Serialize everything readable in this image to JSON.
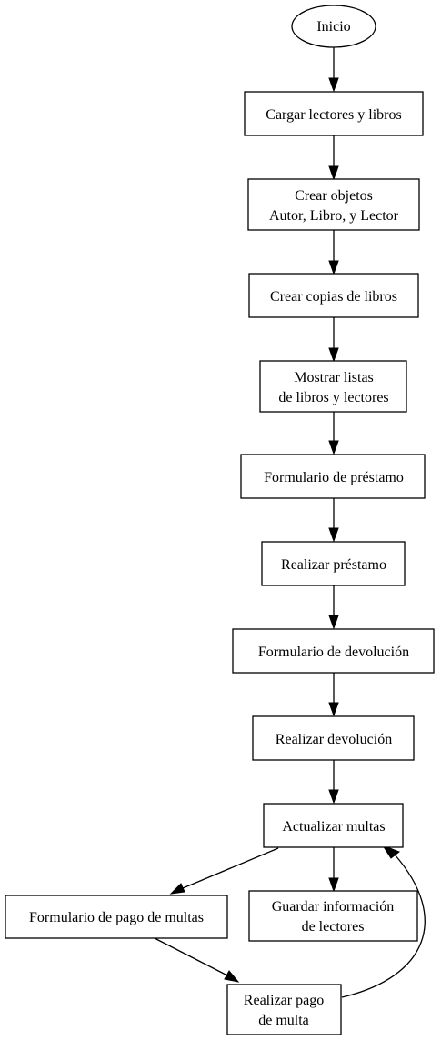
{
  "nodes": {
    "inicio": "Inicio",
    "cargar": "Cargar lectores y libros",
    "crear_objetos": [
      "Crear objetos",
      "Autor, Libro, y Lector"
    ],
    "crear_copias": "Crear copias de libros",
    "mostrar_listas": [
      "Mostrar listas",
      "de libros y lectores"
    ],
    "form_prestamo": "Formulario de préstamo",
    "realizar_prestamo": "Realizar préstamo",
    "form_devolucion": "Formulario de devolución",
    "realizar_devolucion": "Realizar devolución",
    "actualizar_multas": "Actualizar multas",
    "form_pago": "Formulario de pago de multas",
    "guardar": [
      "Guardar información",
      "de lectores"
    ],
    "realizar_pago": [
      "Realizar pago",
      "de multa"
    ]
  }
}
